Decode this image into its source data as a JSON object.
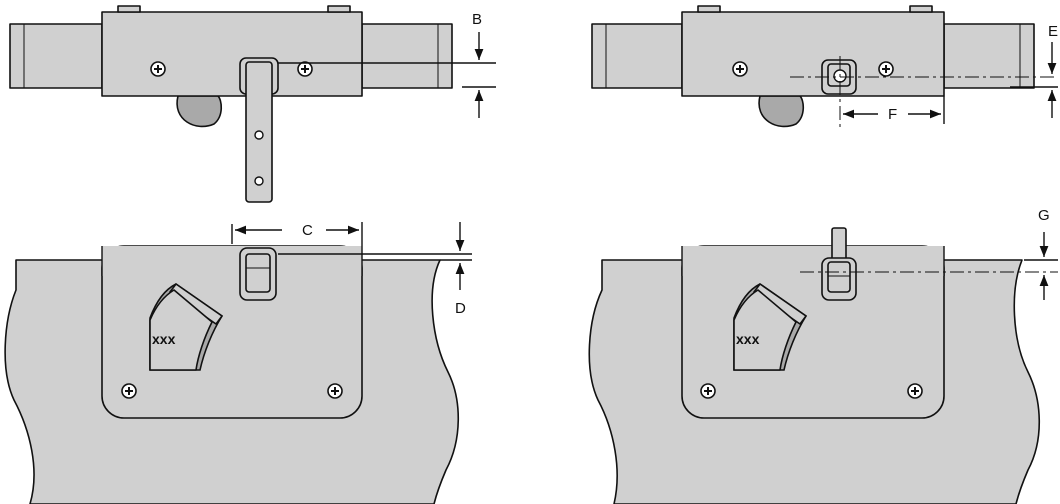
{
  "dimensions": {
    "B": "B",
    "C": "C",
    "D": "D",
    "E": "E",
    "F": "F",
    "G": "G"
  },
  "labels": {
    "handle_left": "xxx",
    "handle_right": "xxx"
  }
}
